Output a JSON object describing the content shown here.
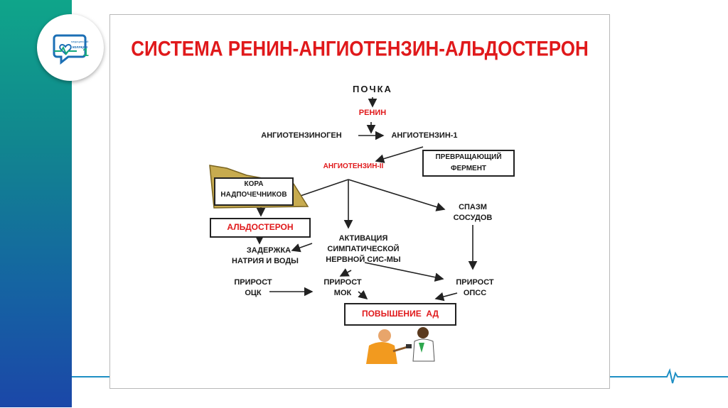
{
  "logo": {
    "line1": "медицинский",
    "line2": "колледж",
    "number": "1"
  },
  "colors": {
    "accent_red": "#e0191b",
    "band_top": "#0fa58a",
    "band_bottom": "#1b47a8",
    "line": "#1e8fc4"
  },
  "diagram": {
    "title": "СИСТЕМА РЕНИН-АНГИОТЕНЗИН-АЛЬДОСТЕРОН",
    "kidney": "ПОЧКА",
    "renin": "РЕНИН",
    "angiotensinogen": "АНГИОТЕНЗИНОГЕН",
    "angiotensin1": "АНГИОТЕНЗИН-1",
    "converting_enzyme_1": "ПРЕВРАЩАЮЩИЙ",
    "converting_enzyme_2": "ФЕРМЕНТ",
    "angiotensin2": "АНГИОТЕНЗИН-II",
    "adrenal_1": "КОРА",
    "adrenal_2": "НАДПОЧЕЧНИКОВ",
    "aldosterone": "АЛЬДОСТЕРОН",
    "sodium_1": "ЗАДЕРЖКА",
    "sodium_2": "НАТРИЯ И ВОДЫ",
    "sympathetic_1": "АКТИВАЦИЯ",
    "sympathetic_2": "СИМПАТИЧЕСКОЙ",
    "sympathetic_3": "НЕРВНОЙ СИС-МЫ",
    "spasm_1": "СПАЗМ",
    "spasm_2": "СОСУДОВ",
    "bcv_1": "ПРИРОСТ",
    "bcv_2": "ОЦК",
    "mco_1": "ПРИРОСТ",
    "mco_2": "МОК",
    "opss_1": "ПРИРОСТ",
    "opss_2": "ОПСС",
    "result": "ПОВЫШЕНИЕ  АД"
  }
}
